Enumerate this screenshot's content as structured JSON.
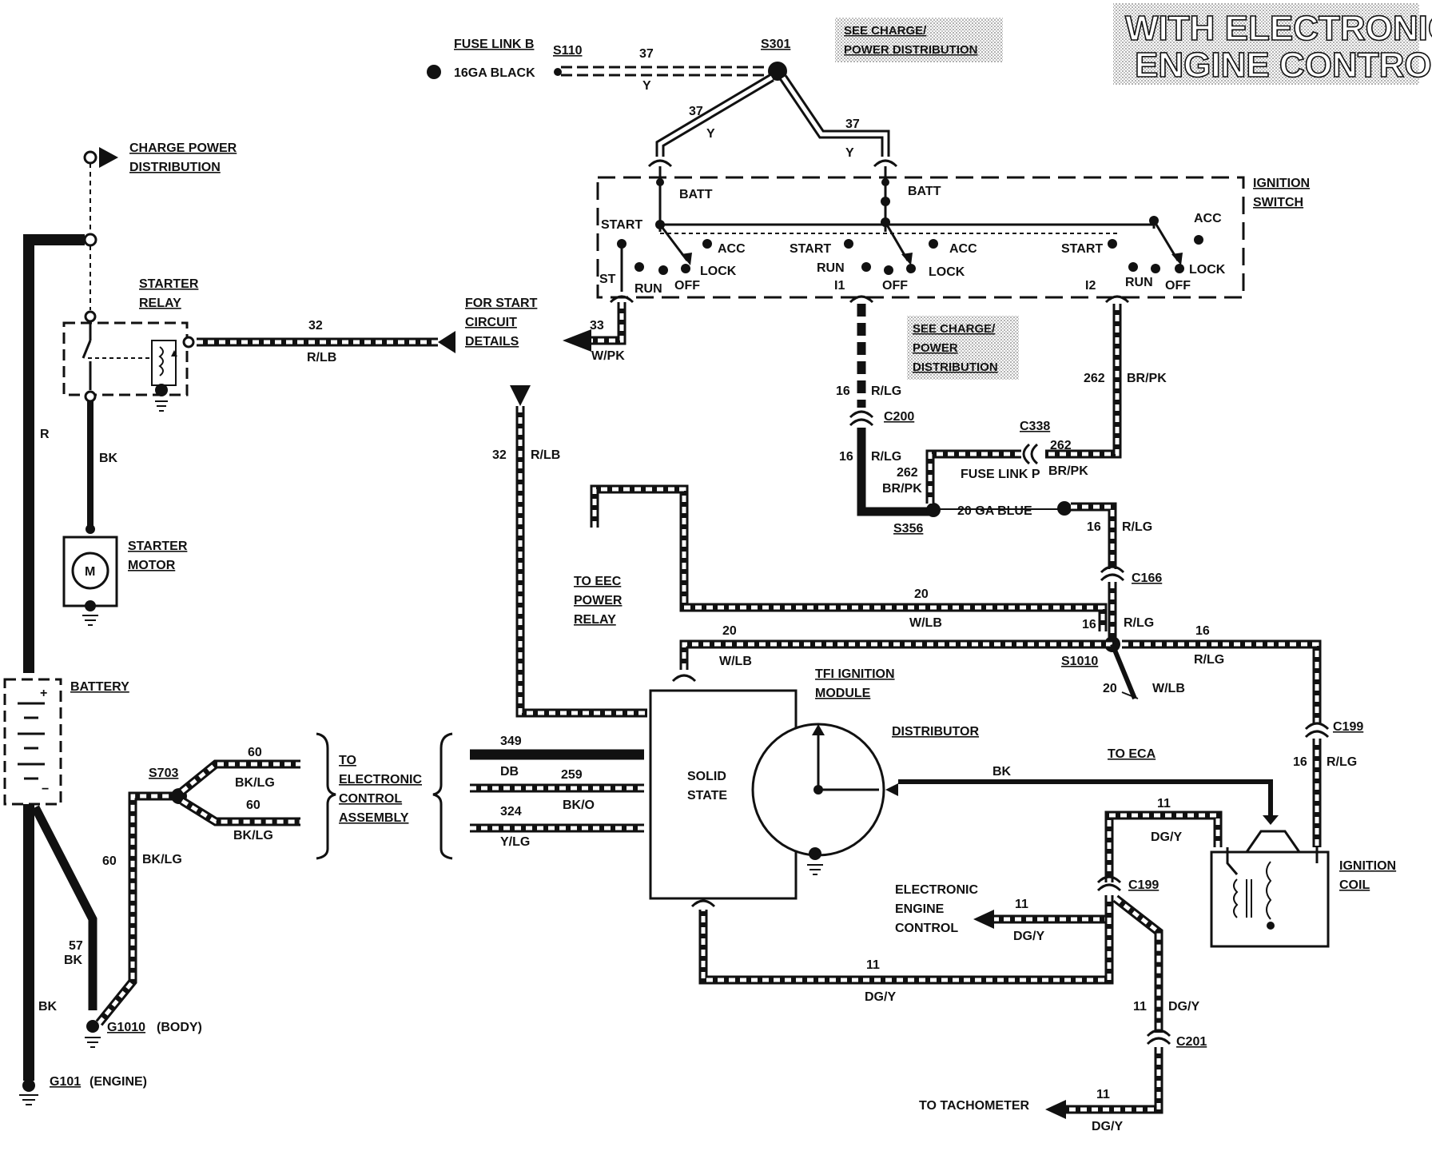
{
  "title": {
    "line1": "WITH ELECTRONIC",
    "line2": "ENGINE CONTROL"
  },
  "notes": {
    "see_charge_top_1": "SEE CHARGE/",
    "see_charge_top_2": "POWER DISTRIBUTION",
    "see_charge_mid_1": "SEE CHARGE/",
    "see_charge_mid_2": "POWER",
    "see_charge_mid_3": "DISTRIBUTION"
  },
  "components": {
    "fuse_link_b": "FUSE LINK B",
    "gauge_16_black": "16GA BLACK",
    "charge_power_1": "CHARGE POWER",
    "charge_power_2": "DISTRIBUTION",
    "starter_relay_1": "STARTER",
    "starter_relay_2": "RELAY",
    "starter_motor_1": "STARTER",
    "starter_motor_2": "MOTOR",
    "motor_symbol": "M",
    "battery": "BATTERY",
    "plus": "+",
    "minus": "−",
    "for_start_1": "FOR START",
    "for_start_2": "CIRCUIT",
    "for_start_3": "DETAILS",
    "ignition_switch_1": "IGNITION",
    "ignition_switch_2": "SWITCH",
    "to_eec_1": "TO EEC",
    "to_eec_2": "POWER",
    "to_eec_3": "RELAY",
    "tfi_1": "TFI IGNITION",
    "tfi_2": "MODULE",
    "solid_1": "SOLID",
    "solid_2": "STATE",
    "distributor": "DISTRIBUTOR",
    "to_eca": "TO ECA",
    "ignition_coil_1": "IGNITION",
    "ignition_coil_2": "COIL",
    "eec_1": "ELECTRONIC",
    "eec_2": "ENGINE",
    "eec_3": "CONTROL",
    "to_tach": "TO TACHOMETER",
    "to_eca_assy_1": "TO",
    "to_eca_assy_2": "ELECTRONIC",
    "to_eca_assy_3": "CONTROL",
    "to_eca_assy_4": "ASSEMBLY",
    "fuse_link_p": "FUSE LINK P",
    "gauge_20_blue": "20 GA BLUE",
    "g1010": "G1010",
    "g1010_note": "(BODY)",
    "g101": "G101",
    "g101_note": "(ENGINE)"
  },
  "splices": {
    "s110": "S110",
    "s301": "S301",
    "s356": "S356",
    "s1010": "S1010",
    "s703": "S703"
  },
  "connectors": {
    "c200": "C200",
    "c338": "C338",
    "c166": "C166",
    "c199_a": "C199",
    "c199_b": "C199",
    "c201": "C201"
  },
  "switch_positions": {
    "batt": "BATT",
    "start": "START",
    "acc": "ACC",
    "lock": "LOCK",
    "off": "OFF",
    "run": "RUN",
    "st": "ST",
    "i1": "I1",
    "i2": "I2"
  },
  "wires": {
    "w37": "37",
    "y": "Y",
    "w32": "32",
    "rlb": "R/LB",
    "w33": "33",
    "wpk": "W/PK",
    "w16": "16",
    "rlg": "R/LG",
    "w262": "262",
    "brpk": "BR/PK",
    "w20": "20",
    "wlb": "W/LB",
    "r": "R",
    "bk": "BK",
    "w57": "57",
    "w60": "60",
    "bklg": "BK/LG",
    "w349": "349",
    "db": "DB",
    "w259": "259",
    "bko": "BK/O",
    "w324": "324",
    "ylg": "Y/LG",
    "w11": "11",
    "dgy": "DG/Y"
  }
}
